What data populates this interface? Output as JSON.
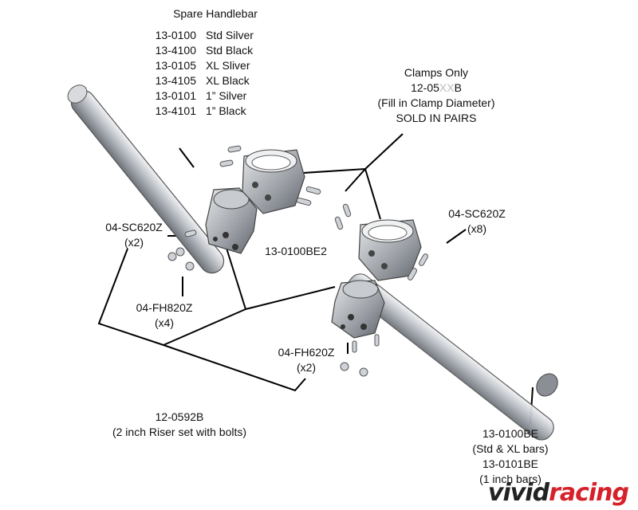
{
  "spare_handlebar": {
    "title": "Spare Handlebar",
    "items": [
      {
        "code": "13-0100",
        "desc": "Std Silver"
      },
      {
        "code": "13-4100",
        "desc": "Std Black"
      },
      {
        "code": "13-0105",
        "desc": "XL Sliver"
      },
      {
        "code": "13-4105",
        "desc": "XL Black"
      },
      {
        "code": "13-0101",
        "desc": "1” Silver"
      },
      {
        "code": "13-4101",
        "desc": "1” Black"
      }
    ]
  },
  "clamps_only": {
    "title": "Clamps Only",
    "code_prefix": "12-05",
    "code_placeholder": "XX",
    "code_suffix": "B",
    "note": "(Fill in Clamp Diameter)",
    "sold": "SOLD IN PAIRS"
  },
  "parts": {
    "sc620_left": {
      "code": "04-SC620Z",
      "qty": "(x2)"
    },
    "sc620_right": {
      "code": "04-SC620Z",
      "qty": "(x8)"
    },
    "be2": {
      "code": "13-0100BE2"
    },
    "fh820": {
      "code": "04-FH820Z",
      "qty": "(x4)"
    },
    "fh620": {
      "code": "04-FH620Z",
      "qty": "(x2)"
    },
    "riser": {
      "code": "12-0592B",
      "desc": "(2 inch Riser set with bolts)"
    },
    "endcap": {
      "code1": "13-0100BE",
      "desc1": "(Std & XL bars)",
      "code2": "13-0101BE",
      "desc2": "(1 inch bars)"
    }
  },
  "watermark": {
    "part1": "vivid",
    "part2": "racing"
  }
}
